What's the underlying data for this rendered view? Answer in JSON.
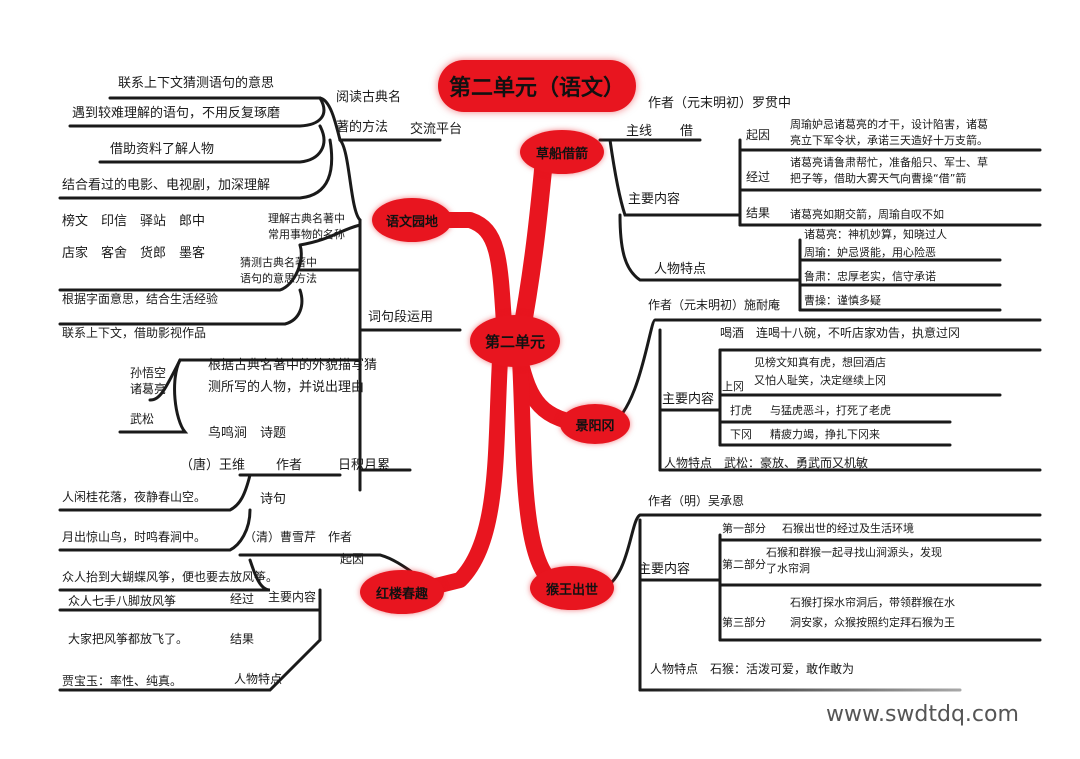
{
  "title": "第二单元（语文）",
  "center": "第二单元",
  "branches": {
    "yuwen_yuandi": "语文园地",
    "caochuan": "草船借箭",
    "jingyanggang": "景阳冈",
    "hongloumeng": "红楼春趣",
    "houwang": "猴王出世"
  },
  "left_top": {
    "method_title_1": "阅读古典名",
    "method_title_2": "著的方法",
    "exchange": "交流平台",
    "m1": "联系上下文猜测语句的意思",
    "m2": "遇到较难理解的语句，不用反复琢磨",
    "m3": "借助资料了解人物",
    "m4": "结合看过的电影、电视剧，加深理解",
    "words": "榜文　印信　驿站　郎中",
    "words2": "店家　客舍　货郎　墨客",
    "shiyong_1": "理解古典名著中",
    "shiyong_2": "常用事物的名称",
    "guess_1": "猜测古典名著中",
    "guess_2": "语句的意思方法",
    "g1": "根据字面意思，结合生活经验",
    "g2": "联系上下文，借助影视作品",
    "ciju": "词句段运用",
    "desc_1": "根据古典名著中的外貌描写猜",
    "desc_2": "测所写的人物，并说出理由",
    "person1": "孙悟空",
    "person2": "诸葛亮",
    "person3": "武松",
    "poem_title": "鸟鸣涧　诗题",
    "poem_author_name": "（唐）王维",
    "poem_author": "作者",
    "rijiyuelei": "日积月累",
    "poem_line1": "人闲桂花落，夜静春山空。",
    "poem_label": "诗句",
    "poem_line2": "月出惊山鸟，时鸣春涧中。"
  },
  "left_bottom": {
    "author_name": "（清）曹雪芹",
    "author": "作者",
    "qiyin": "起因",
    "qiyin_text": "众人抬到大蝴蝶风筝，便也要去放风筝。",
    "jingguo": "经过",
    "jingguo_text": "众人七手八脚放风筝",
    "main": "主要内容",
    "jieguo": "结果",
    "jieguo_text": "大家把风筝都放飞了。",
    "trait_label": "人物特点",
    "trait": "贾宝玉：率性、纯真。"
  },
  "right_caochuan": {
    "author": "作者（元末明初）罗贯中",
    "zhuxian_label": "主线",
    "zhuxian": "借",
    "main": "主要内容",
    "qiyin": "起因",
    "qiyin_1": "周瑜妒忌诸葛亮的才干，设计陷害，诸葛",
    "qiyin_2": "亮立下军令状，承诺三天造好十万支箭。",
    "jingguo": "经过",
    "jingguo_1": "诸葛亮请鲁肃帮忙，准备船只、军士、草",
    "jingguo_2": "把子等，借助大雾天气向曹操“借”箭",
    "jieguo": "结果",
    "jieguo_1": "诸葛亮如期交箭，周瑜自叹不如",
    "trait_label": "人物特点",
    "t1": "诸葛亮：神机妙算，知晓过人",
    "t2": "周瑜：妒忌贤能，用心险恶",
    "t3": "鲁肃：忠厚老实，信守承诺",
    "t4": "曹操：谨慎多疑"
  },
  "right_jingyang": {
    "author": "作者（元末明初）施耐庵",
    "main": "主要内容",
    "hejiu": "喝酒　连喝十八碗，不听店家劝告，执意过冈",
    "shanggang_label": "上冈",
    "shanggang_1": "见榜文知真有虎，想回酒店",
    "shanggang_2": "又怕人耻笑，决定继续上冈",
    "dahu_label": "打虎",
    "dahu": "与猛虎恶斗，打死了老虎",
    "xiagang_label": "下冈",
    "xiagang": "精疲力竭，挣扎下冈来",
    "trait": "人物特点　武松：豪放、勇武而又机敏"
  },
  "right_houwang": {
    "author": "作者（明）吴承恩",
    "main": "主要内容",
    "p1_label": "第一部分",
    "p1": "石猴出世的经过及生活环境",
    "p2_label": "第二部分",
    "p2_1": "石猴和群猴一起寻找山涧源头，发现",
    "p2_2": "了水帘洞",
    "p3_label": "第三部分",
    "p3_1": "石猴打探水帘洞后，带领群猴在水",
    "p3_2": "洞安家，众猴按照约定拜石猴为王",
    "trait": "人物特点　石猴：活泼可爱，敢作敢为"
  },
  "watermark": "www.swdtdq.com",
  "colors": {
    "accent": "#e8151f",
    "ink": "#1a1a1a"
  }
}
